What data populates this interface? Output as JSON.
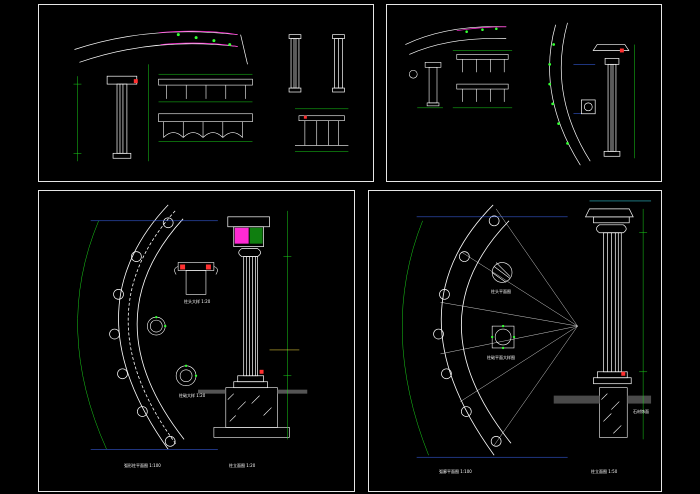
{
  "colors": {
    "background": "#000000",
    "frame": "#e6e6e6",
    "line_white": "#ffffff",
    "dim_green": "#19d219",
    "node_green": "#33ff33",
    "magenta": "#ff2ad4",
    "red": "#ff3030",
    "blue": "#3f6bff",
    "cyan": "#3ff0ff",
    "yellow": "#ffe640"
  },
  "sheets": [
    {
      "id": "sheet-top-left",
      "content": "arc-plan-elevation-column"
    },
    {
      "id": "sheet-top-right",
      "content": "arc-plan-column-curved-beam"
    },
    {
      "id": "sheet-bottom-left",
      "content": "arc-plan-column-section-footing"
    },
    {
      "id": "sheet-bottom-right",
      "content": "fan-plan-column-section-footing"
    }
  ],
  "labels": {
    "tl_plan": "",
    "tl_elev": "",
    "bl_plan": "弧形柱平面图 1:100",
    "bl_col": "柱立面图 1:20",
    "bl_cap": "柱头大样 1:20",
    "bl_base": "柱础大样 1:20",
    "br_plan": "弧廊平面图 1:100",
    "br_col": "柱立面图 1:50",
    "br_cap": "柱头平面图",
    "br_base": "柱础平面大样图",
    "br_note": "石材饰面"
  }
}
